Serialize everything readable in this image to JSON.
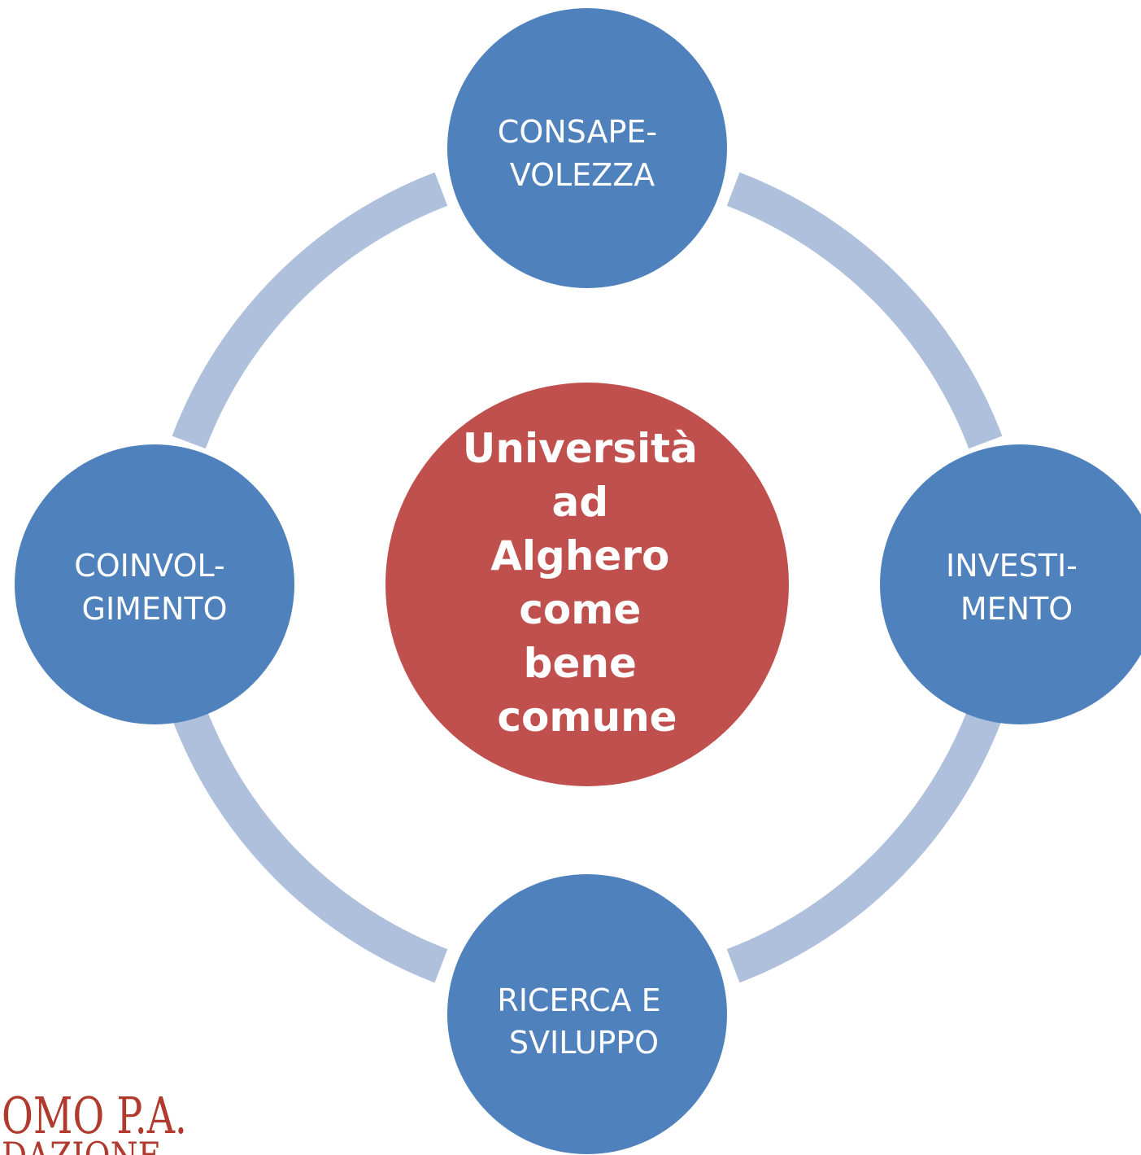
{
  "colors": {
    "ring": "#afc0dc",
    "node": "#4f81bd",
    "center": "#c0504d",
    "node_text": "#ffffff",
    "logo": "#b03a2e"
  },
  "center": {
    "lines": [
      "Università",
      "ad",
      "Alghero",
      "come",
      "bene",
      "comune"
    ]
  },
  "nodes": {
    "top": {
      "lines": [
        "CONSAPE-",
        "VOLEZZA"
      ]
    },
    "right": {
      "lines": [
        "INVESTI-",
        "MENTO"
      ]
    },
    "bottom": {
      "lines": [
        "RICERCA E",
        "SVILUPPO"
      ]
    },
    "left": {
      "lines": [
        "COINVOL-",
        "GIMENTO"
      ]
    }
  },
  "logo": {
    "line1": "OMO P.A.",
    "line2": "DAZIONE"
  }
}
